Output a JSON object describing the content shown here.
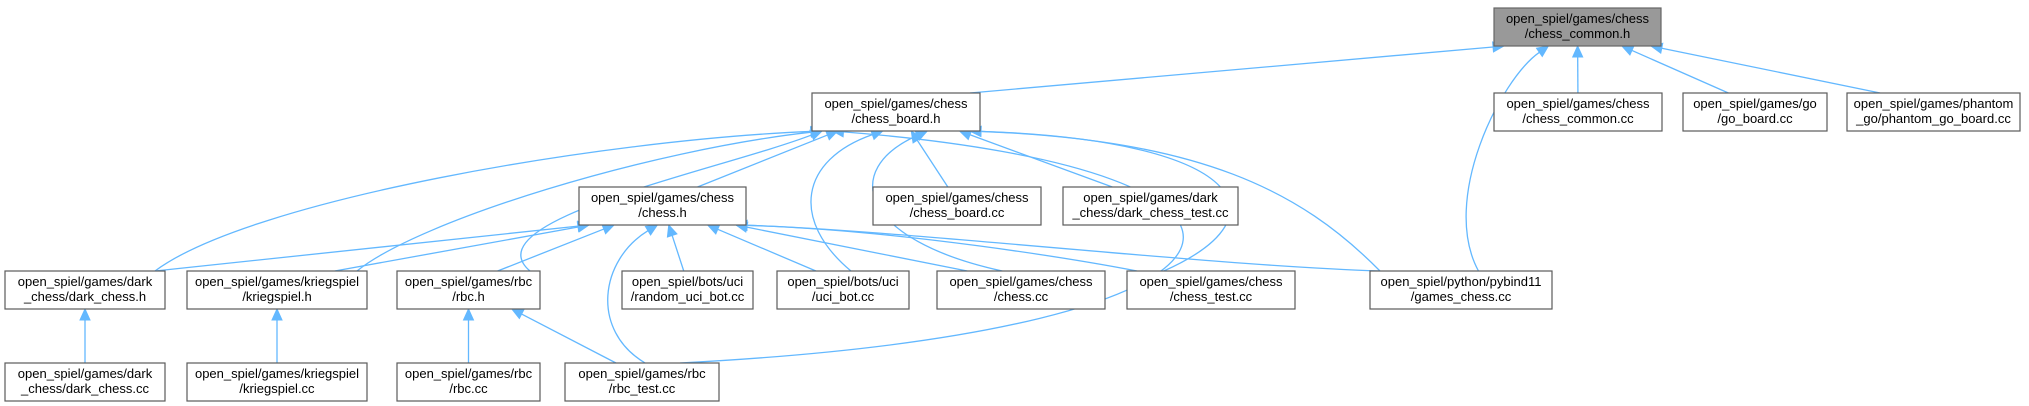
{
  "colors": {
    "edge": "#63b8ff",
    "root_fill": "#999999",
    "node_border": "#5b5b5b"
  },
  "nodes": [
    {
      "id": "chess_common_h",
      "lines": [
        "open_spiel/games/chess",
        "/chess_common.h"
      ],
      "root": true
    },
    {
      "id": "chess_board_h",
      "lines": [
        "open_spiel/games/chess",
        "/chess_board.h"
      ]
    },
    {
      "id": "chess_common_cc",
      "lines": [
        "open_spiel/games/chess",
        "/chess_common.cc"
      ]
    },
    {
      "id": "go_board_cc",
      "lines": [
        "open_spiel/games/go",
        "/go_board.cc"
      ]
    },
    {
      "id": "phantom_go_board_cc",
      "lines": [
        "open_spiel/games/phantom",
        "_go/phantom_go_board.cc"
      ]
    },
    {
      "id": "chess_h",
      "lines": [
        "open_spiel/games/chess",
        "/chess.h"
      ]
    },
    {
      "id": "chess_board_cc",
      "lines": [
        "open_spiel/games/chess",
        "/chess_board.cc"
      ]
    },
    {
      "id": "dark_chess_test_cc",
      "lines": [
        "open_spiel/games/dark",
        "_chess/dark_chess_test.cc"
      ]
    },
    {
      "id": "dark_chess_h",
      "lines": [
        "open_spiel/games/dark",
        "_chess/dark_chess.h"
      ]
    },
    {
      "id": "kriegspiel_h",
      "lines": [
        "open_spiel/games/kriegspiel",
        "/kriegspiel.h"
      ]
    },
    {
      "id": "rbc_h",
      "lines": [
        "open_spiel/games/rbc",
        "/rbc.h"
      ]
    },
    {
      "id": "random_uci_bot_cc",
      "lines": [
        "open_spiel/bots/uci",
        "/random_uci_bot.cc"
      ]
    },
    {
      "id": "uci_bot_cc",
      "lines": [
        "open_spiel/bots/uci",
        "/uci_bot.cc"
      ]
    },
    {
      "id": "chess_cc",
      "lines": [
        "open_spiel/games/chess",
        "/chess.cc"
      ]
    },
    {
      "id": "chess_test_cc",
      "lines": [
        "open_spiel/games/chess",
        "/chess_test.cc"
      ]
    },
    {
      "id": "games_chess_cc",
      "lines": [
        "open_spiel/python/pybind11",
        "/games_chess.cc"
      ]
    },
    {
      "id": "dark_chess_cc",
      "lines": [
        "open_spiel/games/dark",
        "_chess/dark_chess.cc"
      ]
    },
    {
      "id": "kriegspiel_cc",
      "lines": [
        "open_spiel/games/kriegspiel",
        "/kriegspiel.cc"
      ]
    },
    {
      "id": "rbc_cc",
      "lines": [
        "open_spiel/games/rbc",
        "/rbc.cc"
      ]
    },
    {
      "id": "rbc_test_cc",
      "lines": [
        "open_spiel/games/rbc",
        "/rbc_test.cc"
      ]
    }
  ],
  "edges": [
    [
      "chess_board_h",
      "chess_common_h"
    ],
    [
      "chess_common_cc",
      "chess_common_h"
    ],
    [
      "go_board_cc",
      "chess_common_h"
    ],
    [
      "phantom_go_board_cc",
      "chess_common_h"
    ],
    [
      "games_chess_cc",
      "chess_common_h"
    ],
    [
      "chess_h",
      "chess_board_h"
    ],
    [
      "chess_board_cc",
      "chess_board_h"
    ],
    [
      "dark_chess_test_cc",
      "chess_board_h"
    ],
    [
      "dark_chess_h",
      "chess_board_h"
    ],
    [
      "kriegspiel_h",
      "chess_board_h"
    ],
    [
      "rbc_h",
      "chess_board_h"
    ],
    [
      "uci_bot_cc",
      "chess_board_h"
    ],
    [
      "chess_cc",
      "chess_board_h"
    ],
    [
      "chess_test_cc",
      "chess_board_h"
    ],
    [
      "games_chess_cc",
      "chess_board_h"
    ],
    [
      "rbc_test_cc",
      "chess_board_h"
    ],
    [
      "dark_chess_h",
      "chess_h"
    ],
    [
      "kriegspiel_h",
      "chess_h"
    ],
    [
      "rbc_h",
      "chess_h"
    ],
    [
      "random_uci_bot_cc",
      "chess_h"
    ],
    [
      "uci_bot_cc",
      "chess_h"
    ],
    [
      "chess_cc",
      "chess_h"
    ],
    [
      "chess_test_cc",
      "chess_h"
    ],
    [
      "games_chess_cc",
      "chess_h"
    ],
    [
      "rbc_test_cc",
      "chess_h"
    ],
    [
      "dark_chess_cc",
      "dark_chess_h"
    ],
    [
      "kriegspiel_cc",
      "kriegspiel_h"
    ],
    [
      "rbc_cc",
      "rbc_h"
    ],
    [
      "rbc_test_cc",
      "rbc_h"
    ]
  ]
}
